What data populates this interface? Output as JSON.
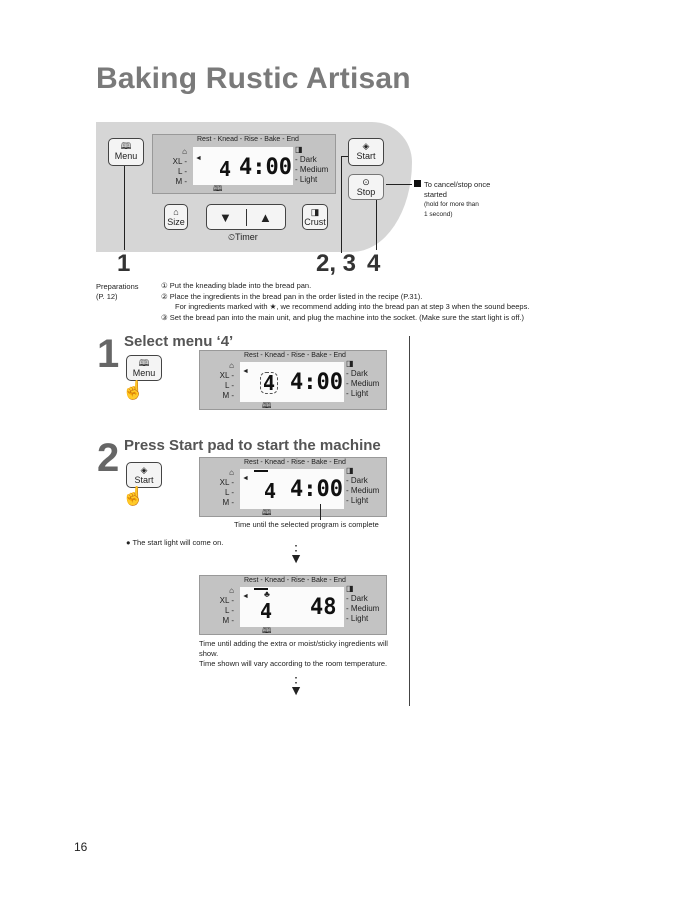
{
  "title": "Baking Rustic Artisan",
  "panel": {
    "menu_label": "Menu",
    "start_label": "Start",
    "stop_label": "Stop",
    "size_label": "Size",
    "crust_label": "Crust",
    "timer_label": "Timer",
    "down_arrow": "▼",
    "up_arrow": "▲",
    "stop_note": {
      "line1": "To cancel/stop once",
      "line2": "started",
      "line3": "(hold for more than",
      "line4": "1 second)"
    }
  },
  "lcd_labels": {
    "steps": "Rest - Knead - Rise - Bake - End",
    "xl": "XL",
    "l": "L",
    "m": "M",
    "dark": "Dark",
    "medium": "Medium",
    "light": "Light"
  },
  "displays": {
    "top": {
      "menu": "4",
      "time": "4:00"
    },
    "step1": {
      "menu": "4",
      "time": "4:00"
    },
    "step2": {
      "menu": "4",
      "time": "4:00"
    },
    "step3": {
      "menu": "4",
      "time": "48"
    }
  },
  "callouts": {
    "c1": "1",
    "c234a": "2, 3",
    "c4": "4"
  },
  "preparations": {
    "label_line1": "Preparations",
    "label_line2": "(P. 12)",
    "item1": "① Put the kneading blade into the bread pan.",
    "item2": "② Place the ingredients in the bread pan in the order listed in the recipe (P.31).",
    "item2b": "For ingredients marked with ★, we recommend adding into the bread pan at step 3 when the sound beeps.",
    "item3": "③ Set the bread pan into the main unit, and plug the machine into the socket. (Make sure the start light is off.)"
  },
  "steps": [
    {
      "num": "1",
      "title": "Select menu ‘4’"
    },
    {
      "num": "2",
      "title": "Press Start pad to start the machine"
    }
  ],
  "captions": {
    "time_complete": "Time until the selected program is complete",
    "start_light": "● The start light will come on.",
    "time_add_1": "Time until adding the extra or moist/sticky ingredients will",
    "time_add_2": "show.",
    "time_add_3": "Time shown will vary according to the room temperature."
  },
  "page_number": "16"
}
